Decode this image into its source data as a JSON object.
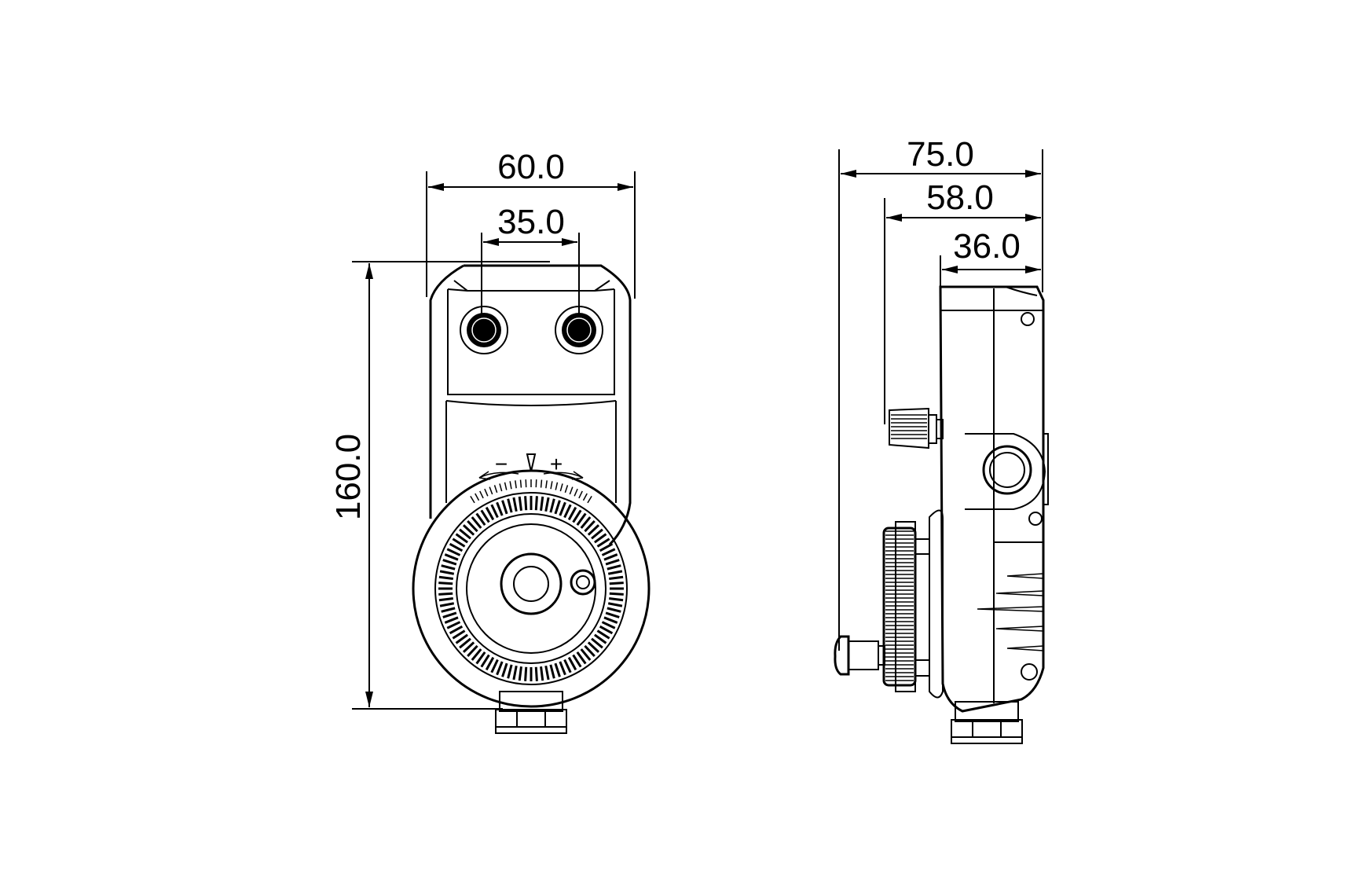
{
  "front_view": {
    "width_overall": "60.0",
    "button_spacing": "35.0",
    "height_overall": "160.0",
    "minus_symbol": "−",
    "plus_symbol": "+"
  },
  "side_view": {
    "depth_overall": "75.0",
    "depth_to_knob": "58.0",
    "depth_body": "36.0"
  }
}
